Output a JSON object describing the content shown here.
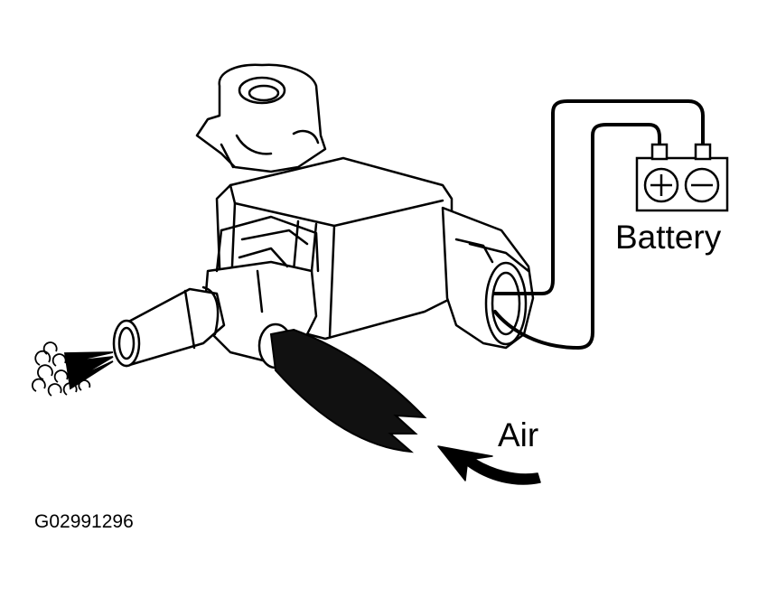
{
  "labels": {
    "battery": "Battery",
    "air": "Air",
    "figure_id": "G02991296"
  },
  "battery_terminals": {
    "positive_symbol": "+",
    "negative_symbol": "−"
  },
  "colors": {
    "ink": "#000000",
    "paper": "#ffffff",
    "hose": "#111111"
  },
  "icons": {
    "air_out": "spray-cloud-icon",
    "air_in": "arrow-icon"
  }
}
